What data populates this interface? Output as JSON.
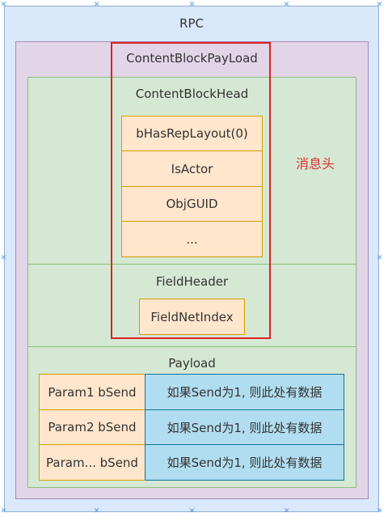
{
  "rpc": "RPC",
  "payload_block": "ContentBlockPayLoad",
  "head": {
    "title": "ContentBlockHead",
    "fields": [
      "bHasRepLayout(0)",
      "IsActor",
      "ObjGUID",
      "..."
    ]
  },
  "field_header": {
    "title": "FieldHeader",
    "index": "FieldNetIndex"
  },
  "payload": {
    "title": "Payload",
    "rows": [
      {
        "param": "Param1 bSend",
        "data": "如果Send为1, 则此处有数据"
      },
      {
        "param": "Param2 bSend",
        "data": "如果Send为1, 则此处有数据"
      },
      {
        "param": "Param... bSend",
        "data": "如果Send为1, 则此处有数据"
      }
    ]
  },
  "annotation": "消息头",
  "colors": {
    "outer": "#dae8fc",
    "purple": "#e1d5e7",
    "green": "#d5e8d4",
    "orange": "#ffe6cc",
    "blue": "#b1ddf0",
    "highlight": "#dd2222"
  }
}
